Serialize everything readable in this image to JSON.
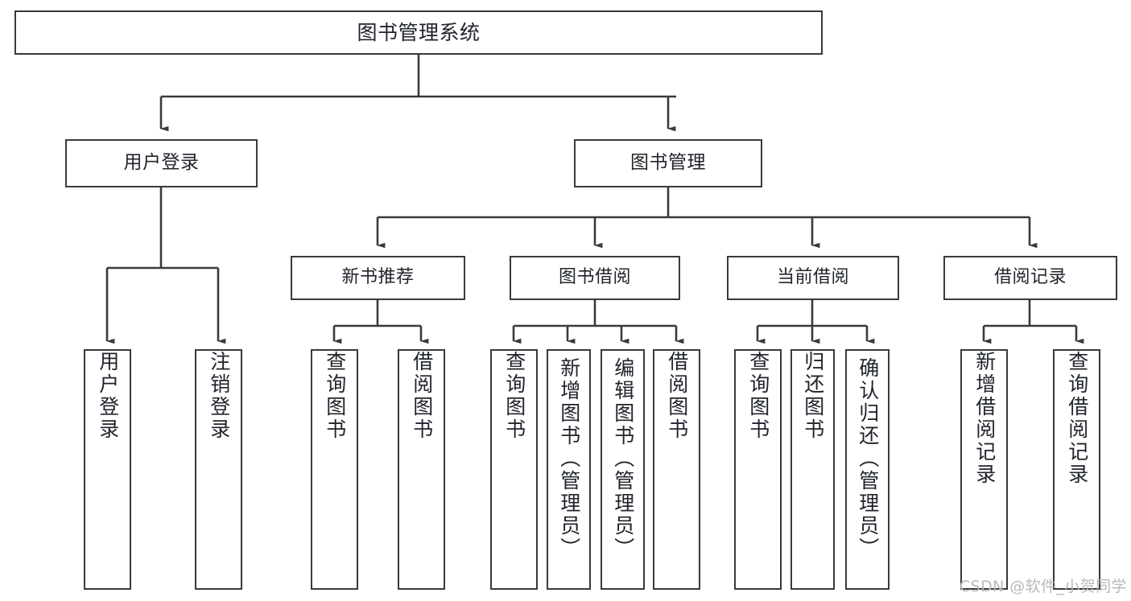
{
  "diagram": {
    "title": "图书管理系统",
    "watermark": "CSDN @软件_小贺同学",
    "colors": {
      "background": "#ffffff",
      "stroke": "#3a3a3a",
      "text": "#20242c",
      "watermark": "#b9b9b9"
    }
  },
  "chart_data": {
    "type": "diagram",
    "title": "图书管理系统",
    "orientation": "top-down-tree",
    "levels": 4,
    "nodes": [
      {
        "id": "root",
        "label": "图书管理系统",
        "level": 0,
        "parent": null
      },
      {
        "id": "login",
        "label": "用户登录",
        "level": 1,
        "parent": "root"
      },
      {
        "id": "bookmgmt",
        "label": "图书管理",
        "level": 1,
        "parent": "root"
      },
      {
        "id": "login-1",
        "label": "用户登录",
        "level": 2,
        "parent": "login"
      },
      {
        "id": "login-2",
        "label": "注销登录",
        "level": 2,
        "parent": "login"
      },
      {
        "id": "newbook",
        "label": "新书推荐",
        "level": 2,
        "parent": "bookmgmt"
      },
      {
        "id": "borrow",
        "label": "图书借阅",
        "level": 2,
        "parent": "bookmgmt"
      },
      {
        "id": "current",
        "label": "当前借阅",
        "level": 2,
        "parent": "bookmgmt"
      },
      {
        "id": "record",
        "label": "借阅记录",
        "level": 2,
        "parent": "bookmgmt"
      },
      {
        "id": "newbook-1",
        "label": "查询图书",
        "level": 3,
        "parent": "newbook"
      },
      {
        "id": "newbook-2",
        "label": "借阅图书",
        "level": 3,
        "parent": "newbook"
      },
      {
        "id": "borrow-1",
        "label": "查询图书",
        "level": 3,
        "parent": "borrow"
      },
      {
        "id": "borrow-2",
        "label": "新增图书（管理员）",
        "level": 3,
        "parent": "borrow"
      },
      {
        "id": "borrow-3",
        "label": "编辑图书（管理员）",
        "level": 3,
        "parent": "borrow"
      },
      {
        "id": "borrow-4",
        "label": "借阅图书",
        "level": 3,
        "parent": "borrow"
      },
      {
        "id": "current-1",
        "label": "查询图书",
        "level": 3,
        "parent": "current"
      },
      {
        "id": "current-2",
        "label": "归还图书",
        "level": 3,
        "parent": "current"
      },
      {
        "id": "current-3",
        "label": "确认归还（管理员）",
        "level": 3,
        "parent": "current"
      },
      {
        "id": "record-1",
        "label": "新增借阅记录",
        "level": 3,
        "parent": "record"
      },
      {
        "id": "record-2",
        "label": "查询借阅记录",
        "level": 3,
        "parent": "record"
      }
    ]
  },
  "nodes": {
    "root": {
      "label": "图书管理系统"
    },
    "login": {
      "label": "用户登录"
    },
    "bookmgmt": {
      "label": "图书管理"
    },
    "login_1": {
      "label": "用户登录"
    },
    "login_2": {
      "label": "注销登录"
    },
    "newbook": {
      "label": "新书推荐"
    },
    "borrow": {
      "label": "图书借阅"
    },
    "current": {
      "label": "当前借阅"
    },
    "record": {
      "label": "借阅记录"
    },
    "newbook_1": {
      "label": "查询图书"
    },
    "newbook_2": {
      "label": "借阅图书"
    },
    "borrow_1": {
      "label": "查询图书"
    },
    "borrow_2": {
      "label": "新增图书（管理员）"
    },
    "borrow_3": {
      "label": "编辑图书（管理员）"
    },
    "borrow_4": {
      "label": "借阅图书"
    },
    "current_1": {
      "label": "查询图书"
    },
    "current_2": {
      "label": "归还图书"
    },
    "current_3": {
      "label": "确认归还（管理员）"
    },
    "record_1": {
      "label": "新增借阅记录"
    },
    "record_2": {
      "label": "查询借阅记录"
    }
  }
}
